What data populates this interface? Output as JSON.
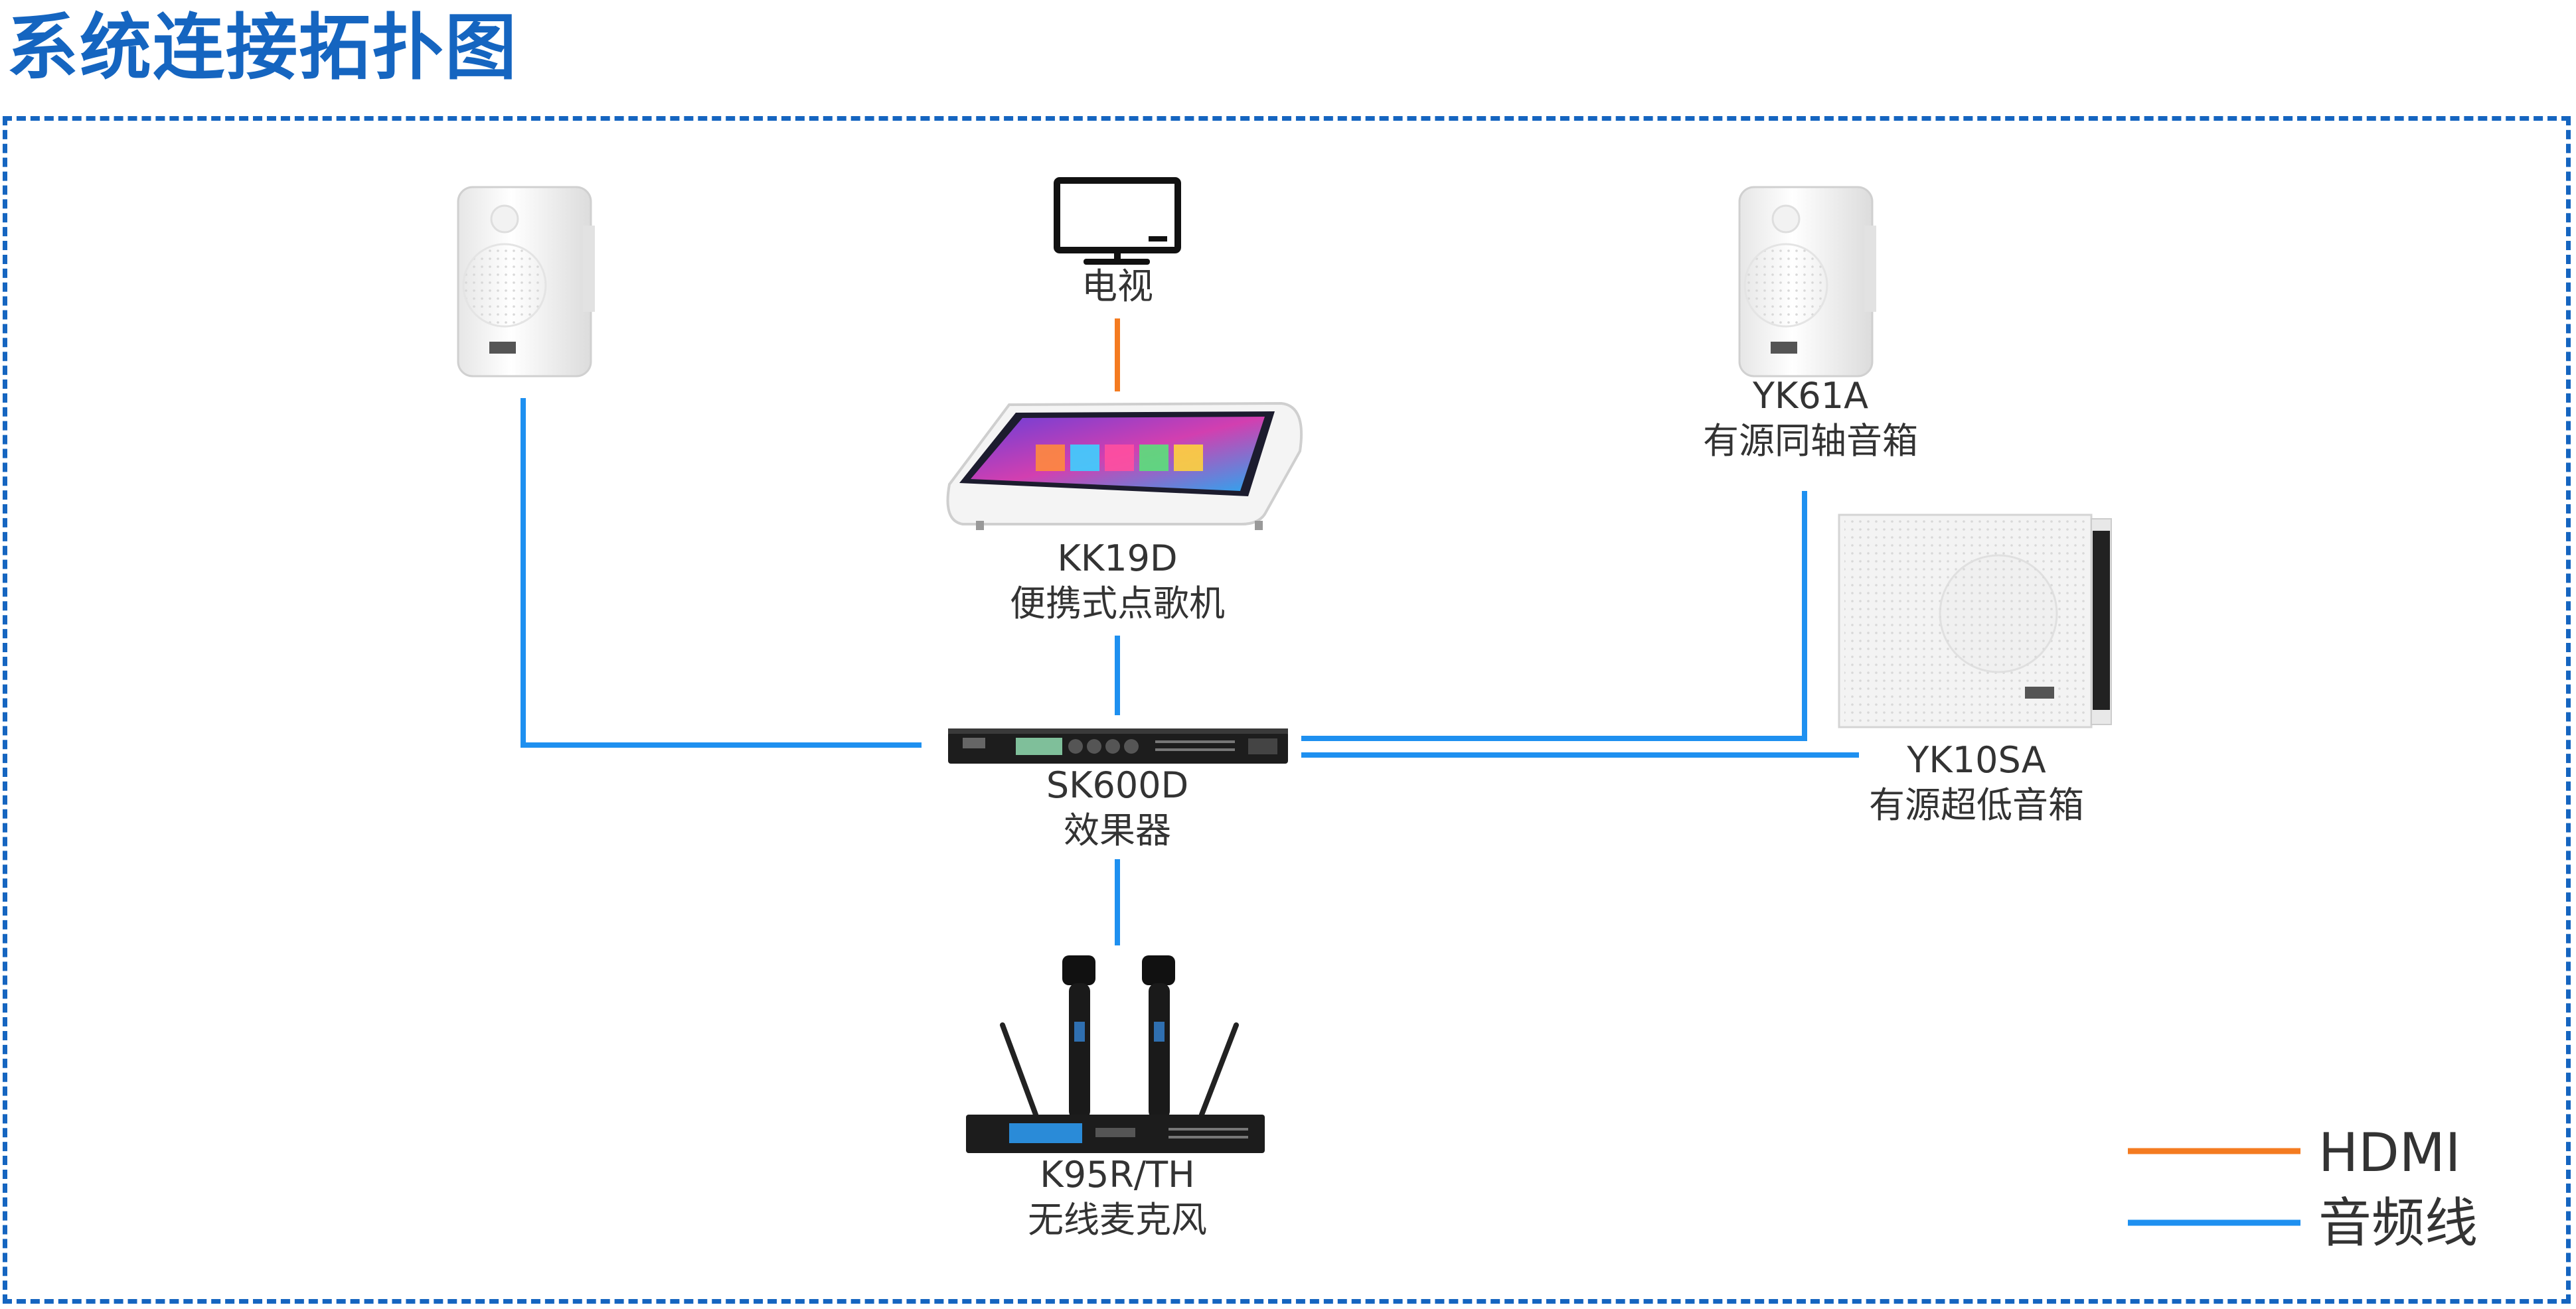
{
  "title": "系统连接拓扑图",
  "devices": {
    "tv": {
      "label": "电视"
    },
    "jukebox": {
      "model": "KK19D",
      "name": "便携式点歌机"
    },
    "speaker_left": {},
    "speaker_right": {
      "model": "YK61A",
      "name": "有源同轴音箱"
    },
    "subwoofer": {
      "model": "YK10SA",
      "name": "有源超低音箱"
    },
    "effector": {
      "model": "SK600D",
      "name": "效果器"
    },
    "microphone": {
      "model": "K95R/TH",
      "name": "无线麦克风"
    }
  },
  "legend": {
    "hdmi": {
      "label": "HDMI",
      "color": "#f47b20"
    },
    "audio": {
      "label": "音频线",
      "color": "#1e90f0"
    }
  },
  "colors": {
    "accent": "#1565c0"
  }
}
